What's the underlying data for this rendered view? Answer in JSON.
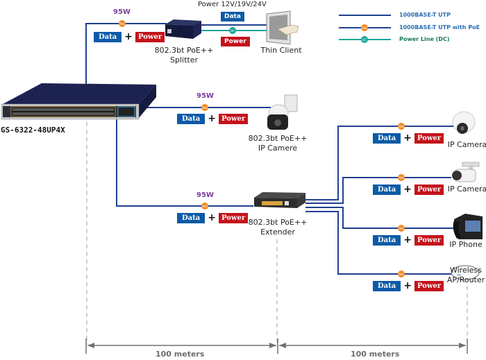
{
  "switch": {
    "model": "GS-6322-48UP4X"
  },
  "top_note": "Power 12V/19V/24V",
  "links": {
    "splitter": {
      "watt": "95W",
      "data": "Data",
      "plus": "+",
      "power": "Power"
    },
    "ptz_camera": {
      "watt": "95W",
      "data": "Data",
      "plus": "+",
      "power": "Power"
    },
    "extender": {
      "watt": "95W",
      "data": "Data",
      "plus": "+",
      "power": "Power"
    },
    "splitter_out": {
      "data": "Data",
      "power": "Power"
    }
  },
  "devices": {
    "splitter": {
      "line1": "802.3bt PoE++",
      "line2": "Splitter"
    },
    "thin_client": {
      "line1": "Thin Client"
    },
    "ptz_camera": {
      "line1": "802.3bt PoE++",
      "line2": "IP Camere"
    },
    "extender": {
      "line1": "802.3bt PoE++",
      "line2": "Extender"
    }
  },
  "endpoints": [
    {
      "name": "IP Camera",
      "line2": "",
      "data": "Data",
      "plus": "+",
      "power": "Power"
    },
    {
      "name": "IP Camera",
      "line2": "",
      "data": "Data",
      "plus": "+",
      "power": "Power"
    },
    {
      "name": "IP Phone",
      "line2": "",
      "data": "Data",
      "plus": "+",
      "power": "Power"
    },
    {
      "name": "Wireless",
      "line2": "AP/Router",
      "data": "Data",
      "plus": "+",
      "power": "Power"
    }
  ],
  "legend": [
    {
      "label": "1000BASE-T UTP",
      "marker": "",
      "color": "#1f3f8f",
      "text_color": "#2a6fb5"
    },
    {
      "label": "1000BASE-T UTP with PoE",
      "marker": "PoE",
      "color": "#1f3f8f",
      "text_color": "#2a6fb5"
    },
    {
      "label": "Power Line (DC)",
      "marker": "DC",
      "color": "#1aa59a",
      "text_color": "#137a5a"
    }
  ],
  "distances": [
    {
      "label": "100 meters"
    },
    {
      "label": "100 meters"
    }
  ],
  "colors": {
    "utp": "#1f3f8f",
    "poe_marker": "#f08a24",
    "dc": "#1aa59a",
    "dimension": "#707070"
  }
}
